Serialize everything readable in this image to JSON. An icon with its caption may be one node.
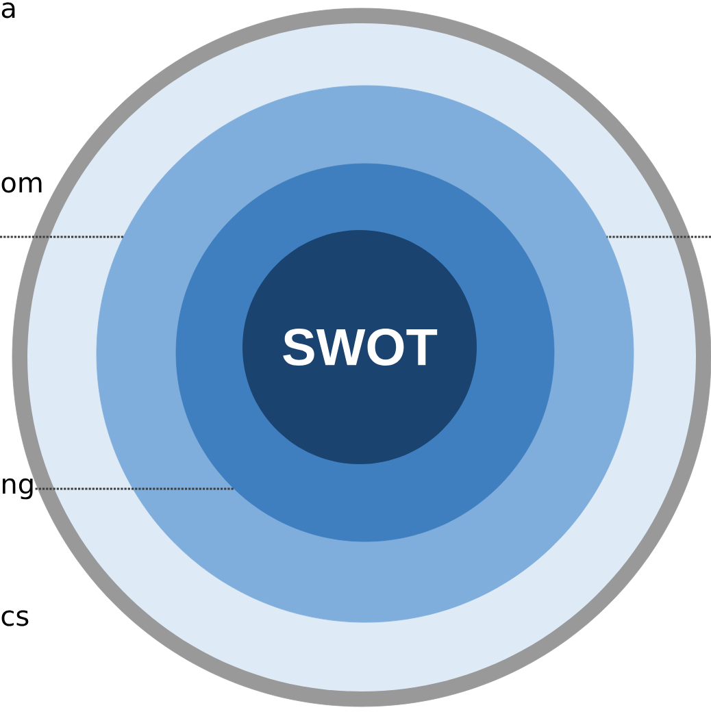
{
  "diagram": {
    "nodes": [
      {
        "text": [],
        "shape": "circle"
      },
      {
        "text": [],
        "shape": "circle",
        "in": 0
      },
      {
        "text": [],
        "shape": "circle",
        "in": 1
      },
      {
        "text": [
          "SWOT"
        ],
        "in": 2
      },
      {
        "text": [
          "ng"
        ]
      }
    ],
    "edges": [
      {
        "from": null,
        "to": 1,
        "arrow": "none",
        "style": "dashed"
      },
      {
        "from": 4,
        "to": 2,
        "arrow": "none",
        "style": "dashed"
      },
      {
        "from": null,
        "to": 1,
        "arrow": "none",
        "style": "dashed"
      }
    ],
    "labels": [
      "a",
      "om",
      "cs"
    ]
  }
}
